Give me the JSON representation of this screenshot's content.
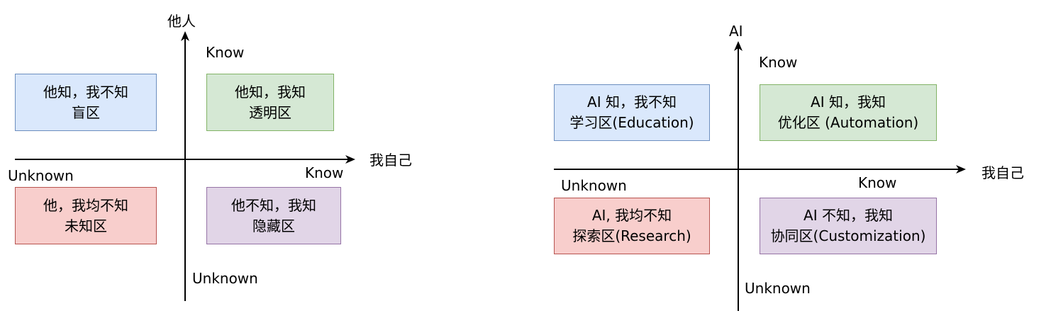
{
  "left": {
    "y_axis": {
      "title": "他人",
      "positive": "Know",
      "negative": "Unknown"
    },
    "x_axis": {
      "title": "我自己",
      "positive": "Know",
      "negative": "Unknown"
    },
    "quadrants": {
      "top_left": {
        "line1": "他知，我不知",
        "line2": "盲区"
      },
      "top_right": {
        "line1": "他知，我知",
        "line2": "透明区"
      },
      "bottom_left": {
        "line1": "他，我均不知",
        "line2": "未知区"
      },
      "bottom_right": {
        "line1": "他不知，我知",
        "line2": "隐藏区"
      }
    }
  },
  "right": {
    "y_axis": {
      "title": "AI",
      "positive": "Know",
      "negative": "Unknown"
    },
    "x_axis": {
      "title": "我自己",
      "positive": "Know",
      "negative": "Unknown"
    },
    "quadrants": {
      "top_left": {
        "line1": "AI 知，我不知",
        "line2": "学习区(Education)"
      },
      "top_right": {
        "line1": "AI 知，我知",
        "line2": "优化区 (Automation)"
      },
      "bottom_left": {
        "line1": "AI, 我均不知",
        "line2": "探索区(Research)"
      },
      "bottom_right": {
        "line1": "AI 不知，我知",
        "line2": "协同区(Customization)"
      }
    }
  },
  "colors": {
    "blue_fill": "#dae8fc",
    "blue_stroke": "#6c8ebf",
    "green_fill": "#d5e8d4",
    "green_stroke": "#82b366",
    "red_fill": "#f8cecc",
    "red_stroke": "#b85450",
    "purple_fill": "#e1d5e7",
    "purple_stroke": "#9673a6"
  }
}
